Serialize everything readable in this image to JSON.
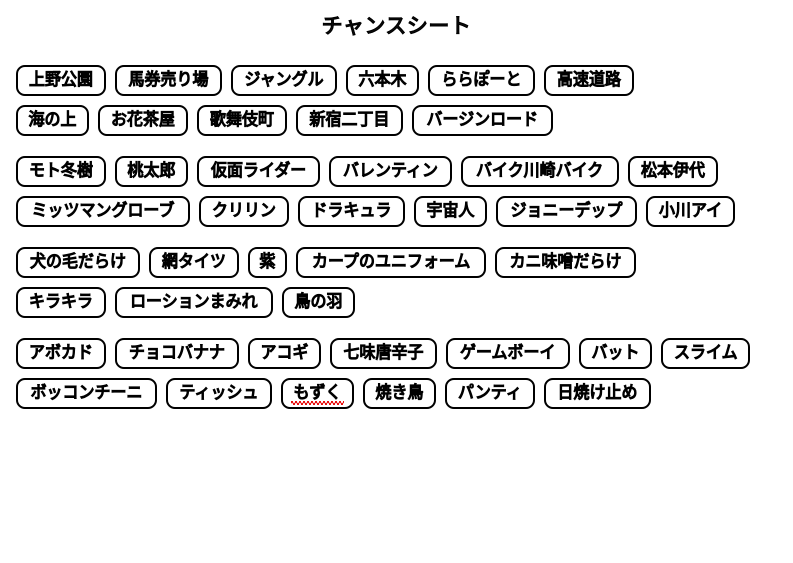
{
  "sheet": {
    "title": "チャンスシート",
    "groups": [
      {
        "name": "places",
        "rows": [
          [
            {
              "label": "上野公園"
            },
            {
              "label": "馬券売り場"
            },
            {
              "label": "ジャングル"
            },
            {
              "label": "六本木"
            },
            {
              "label": "ららぽーと"
            },
            {
              "label": "高速道路"
            }
          ],
          [
            {
              "label": "海の上"
            },
            {
              "label": "お花茶屋"
            },
            {
              "label": "歌舞伎町"
            },
            {
              "label": "新宿二丁目"
            },
            {
              "label": "バージンロード"
            }
          ]
        ]
      },
      {
        "name": "people",
        "rows": [
          [
            {
              "label": "モト冬樹"
            },
            {
              "label": "桃太郎"
            },
            {
              "label": "仮面ライダー"
            },
            {
              "label": "バレンティン"
            },
            {
              "label": "バイク川崎バイク"
            },
            {
              "label": "松本伊代"
            }
          ],
          [
            {
              "label": "ミッツマングローブ"
            },
            {
              "label": "クリリン"
            },
            {
              "label": "ドラキュラ"
            },
            {
              "label": "宇宙人"
            },
            {
              "label": "ジョニーデップ"
            },
            {
              "label": "小川アイ"
            }
          ]
        ]
      },
      {
        "name": "appearance",
        "rows": [
          [
            {
              "label": "犬の毛だらけ"
            },
            {
              "label": "網タイツ"
            },
            {
              "label": "紫"
            },
            {
              "label": "カープのユニフォーム"
            },
            {
              "label": "カニ味噌だらけ"
            }
          ],
          [
            {
              "label": "キラキラ"
            },
            {
              "label": "ローションまみれ"
            },
            {
              "label": "鳥の羽"
            }
          ]
        ]
      },
      {
        "name": "items",
        "rows": [
          [
            {
              "label": "アボカド"
            },
            {
              "label": "チョコバナナ"
            },
            {
              "label": "アコギ"
            },
            {
              "label": "七味唐辛子"
            },
            {
              "label": "ゲームボーイ"
            },
            {
              "label": "バット"
            },
            {
              "label": "スライム"
            }
          ],
          [
            {
              "label": "ボッコンチーニ"
            },
            {
              "label": "ティッシュ"
            },
            {
              "label": "もずく",
              "misspelled": true
            },
            {
              "label": "焼き鳥"
            },
            {
              "label": "パンティ"
            },
            {
              "label": "日焼け止め"
            }
          ]
        ]
      }
    ]
  },
  "colors": {
    "background": "#ffffff",
    "text": "#000000",
    "pill_border": "#000000",
    "spellcheck_underline": "#e81010"
  }
}
